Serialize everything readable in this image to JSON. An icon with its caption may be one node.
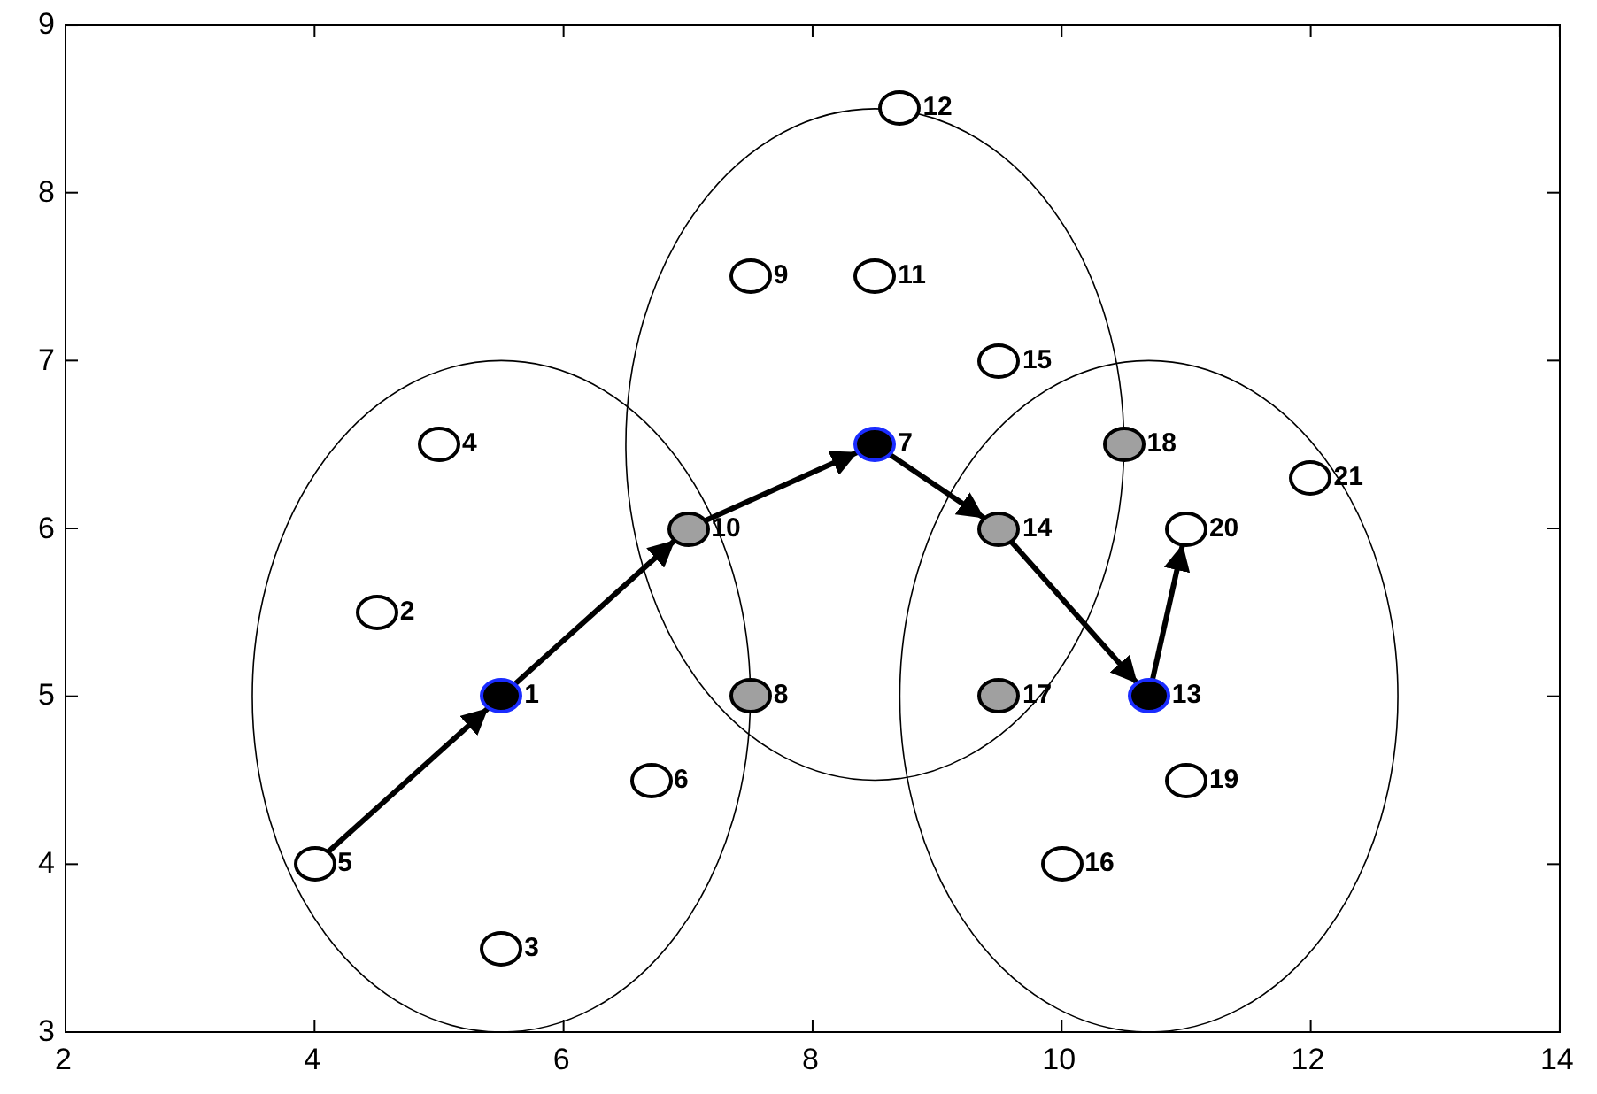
{
  "diagram": {
    "nodes": [
      {
        "text": [],
        "shape": "circle",
        "beside": [
          "1"
        ]
      },
      {
        "text": [],
        "shape": "circle",
        "beside": [
          "2"
        ]
      },
      {
        "text": [],
        "shape": "circle",
        "beside": [
          "3"
        ]
      },
      {
        "text": [],
        "shape": "circle",
        "beside": [
          "4"
        ]
      },
      {
        "text": [],
        "shape": "circle",
        "beside": [
          "5"
        ]
      },
      {
        "text": [],
        "shape": "circle",
        "beside": [
          "6"
        ]
      },
      {
        "text": [],
        "shape": "circle",
        "beside": [
          "7"
        ]
      },
      {
        "text": [],
        "shape": "circle",
        "beside": [
          "8"
        ]
      },
      {
        "text": [],
        "shape": "circle",
        "beside": [
          "9"
        ]
      },
      {
        "text": [],
        "shape": "circle",
        "beside": [
          "10"
        ]
      },
      {
        "text": [],
        "shape": "circle",
        "beside": [
          "11"
        ]
      },
      {
        "text": [],
        "shape": "circle",
        "beside": [
          "12"
        ]
      },
      {
        "text": [],
        "shape": "circle",
        "beside": [
          "13"
        ]
      },
      {
        "text": [],
        "shape": "circle",
        "beside": [
          "14"
        ]
      },
      {
        "text": [],
        "shape": "circle",
        "beside": [
          "15"
        ]
      },
      {
        "text": [],
        "shape": "circle",
        "beside": [
          "16"
        ]
      },
      {
        "text": [],
        "shape": "circle",
        "beside": [
          "17"
        ]
      },
      {
        "text": [],
        "shape": "circle",
        "beside": [
          "18"
        ]
      },
      {
        "text": [],
        "shape": "circle",
        "beside": [
          "19"
        ]
      },
      {
        "text": [],
        "shape": "circle",
        "beside": [
          "20"
        ]
      },
      {
        "text": [],
        "shape": "circle",
        "beside": [
          "21"
        ]
      }
    ],
    "edges": [
      {
        "from": 4,
        "to": 0,
        "arrow": "to"
      },
      {
        "from": 0,
        "to": 9,
        "arrow": "to"
      },
      {
        "from": 9,
        "to": 6,
        "arrow": "to"
      },
      {
        "from": 6,
        "to": 13,
        "arrow": "to"
      },
      {
        "from": 13,
        "to": 12,
        "arrow": "to"
      },
      {
        "from": 12,
        "to": 19,
        "arrow": "to"
      }
    ],
    "labels": [
      "9",
      "8",
      "7",
      "6",
      "5",
      "4",
      "3",
      "2",
      "4",
      "6",
      "8",
      "10",
      "12",
      "14"
    ]
  }
}
